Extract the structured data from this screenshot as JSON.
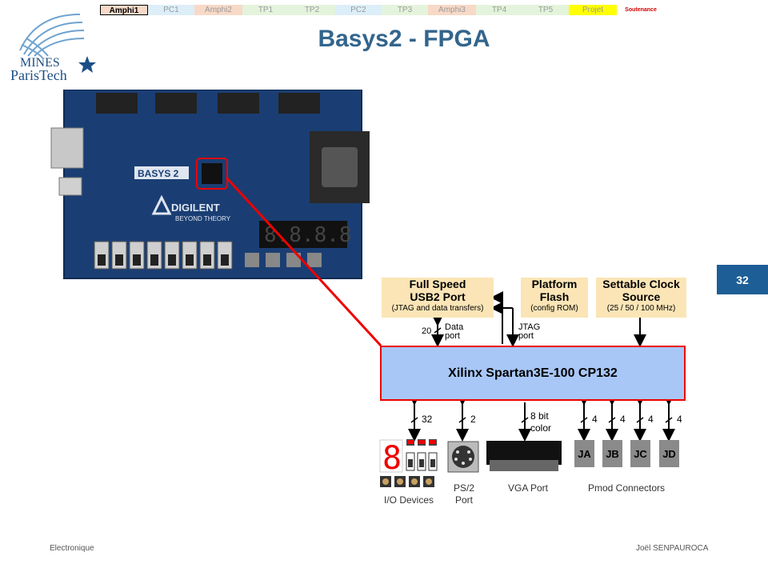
{
  "nav": {
    "tabs": [
      {
        "label": "Amphi1",
        "bg": "#f8d9c8",
        "width": 60,
        "active": true
      },
      {
        "label": "PC1",
        "bg": "#dceef8",
        "width": 58
      },
      {
        "label": "Amphi2",
        "bg": "#f8d9c8",
        "width": 60
      },
      {
        "label": "TP1",
        "bg": "#e4f4dc",
        "width": 58
      },
      {
        "label": "TP2",
        "bg": "#e4f4dc",
        "width": 58
      },
      {
        "label": "PC2",
        "bg": "#dceef8",
        "width": 58
      },
      {
        "label": "TP3",
        "bg": "#e4f4dc",
        "width": 58
      },
      {
        "label": "Amphi3",
        "bg": "#f8d9c8",
        "width": 60
      },
      {
        "label": "TP4",
        "bg": "#e4f4dc",
        "width": 58
      },
      {
        "label": "TP5",
        "bg": "#e4f4dc",
        "width": 58
      },
      {
        "label": "Projet",
        "bg": "#ffff00",
        "width": 60
      },
      {
        "label": "Soutenance",
        "bg": "#ffffff",
        "width": 60,
        "color": "#d00000"
      }
    ]
  },
  "logo": {
    "line1": "MINES",
    "line2": "ParisTech"
  },
  "title": "Basys2 - FPGA",
  "page_number": "32",
  "board": {
    "silk_label": "BASYS 2",
    "brand": "DIGILENT",
    "tagline": "BEYOND THEORY",
    "display": "8.8.8.8"
  },
  "diagram": {
    "usb": {
      "title": "Full Speed",
      "title2": "USB2 Port",
      "sub": "(JTAG and data transfers)"
    },
    "flash": {
      "title": "Platform",
      "title2": "Flash",
      "sub": "(config ROM)"
    },
    "clock": {
      "title": "Settable Clock",
      "title2": "Source",
      "sub": "(25 / 50 / 100 MHz)"
    },
    "fpga_label": "Xilinx Spartan3E-100 CP132",
    "bus_usb": "20",
    "data_port": [
      "Data",
      "port"
    ],
    "jtag_port": [
      "JTAG",
      "port"
    ],
    "bus_io": "32",
    "bus_ps2": "2",
    "vga_bits": [
      "8 bit",
      "color"
    ],
    "pmod_bus": [
      "4",
      "4",
      "4",
      "4"
    ],
    "pmods": [
      "JA",
      "JB",
      "JC",
      "JD"
    ],
    "captions": {
      "io": "I/O Devices",
      "ps2": [
        "PS/2",
        "Port"
      ],
      "vga": "VGA Port",
      "pmod": "Pmod Connectors"
    }
  },
  "footer": {
    "left": "Electronique",
    "right": "Joël SENPAUROCA"
  },
  "colors": {
    "title": "#33658c",
    "badge": "#1d5e96",
    "highlight": "#e00000",
    "fpga": "#a8c7f7",
    "box": "#fbe5b6"
  }
}
